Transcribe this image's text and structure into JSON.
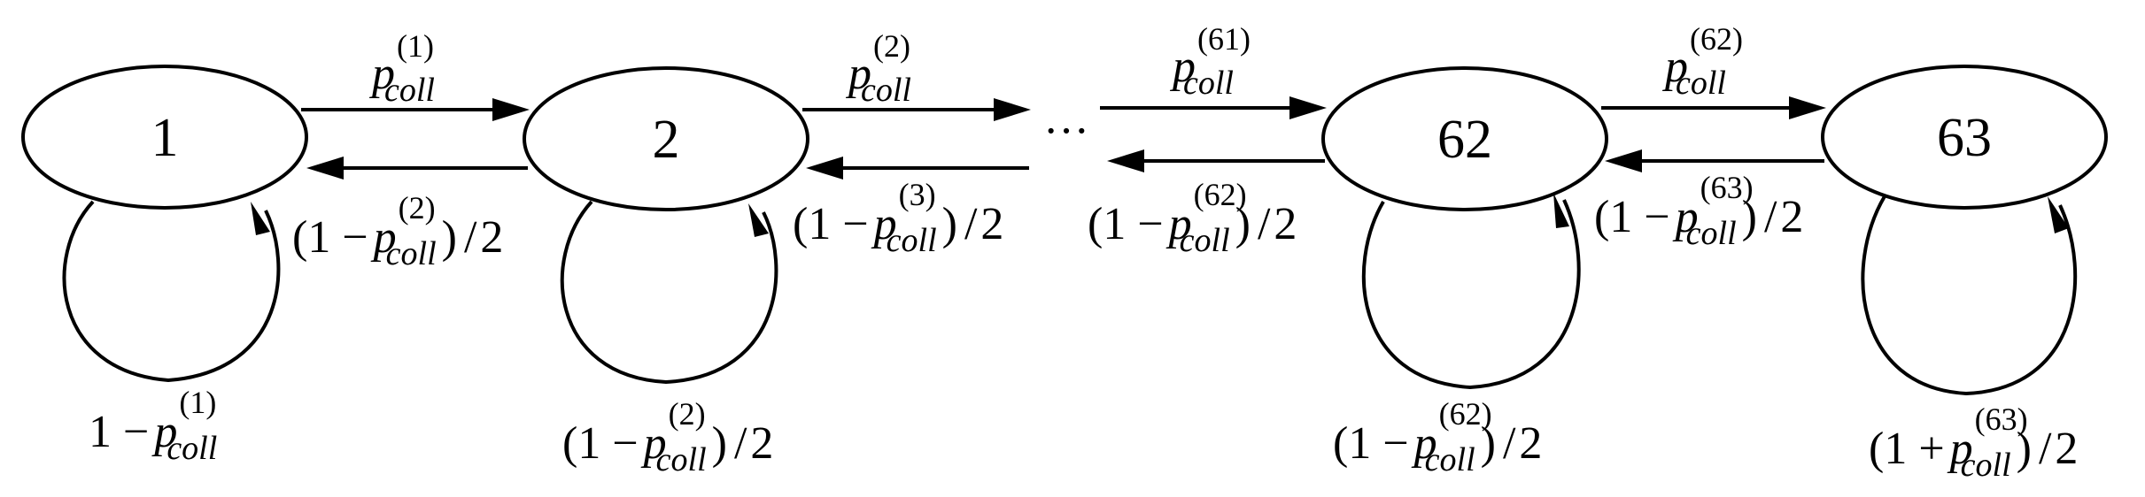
{
  "diagram": {
    "nodes": [
      {
        "id": "1",
        "label": "1"
      },
      {
        "id": "2",
        "label": "2"
      },
      {
        "id": "62",
        "label": "62"
      },
      {
        "id": "63",
        "label": "63"
      }
    ],
    "ellipsis": "···",
    "forward_edges": [
      {
        "from": "1",
        "to": "2",
        "p": "p",
        "sub": "coll",
        "sup": "(1)"
      },
      {
        "from": "2",
        "to": "...",
        "p": "p",
        "sub": "coll",
        "sup": "(2)"
      },
      {
        "from": "...",
        "to": "62",
        "p": "p",
        "sub": "coll",
        "sup": "(61)"
      },
      {
        "from": "62",
        "to": "63",
        "p": "p",
        "sub": "coll",
        "sup": "(62)"
      }
    ],
    "backward_edges": [
      {
        "from": "2",
        "to": "1",
        "pre": "(1 −",
        "p": "p",
        "sub": "coll",
        "sup": "(2)",
        "post": ")",
        "slash": "/",
        "den": "2"
      },
      {
        "from": "...",
        "to": "2",
        "pre": "(1 −",
        "p": "p",
        "sub": "coll",
        "sup": "(3)",
        "post": ")",
        "slash": "/",
        "den": "2"
      },
      {
        "from": "62",
        "to": "...",
        "pre": "(1 −",
        "p": "p",
        "sub": "coll",
        "sup": "(62)",
        "post": ")",
        "slash": "/",
        "den": "2"
      },
      {
        "from": "63",
        "to": "62",
        "pre": "(1 −",
        "p": "p",
        "sub": "coll",
        "sup": "(63)",
        "post": ")",
        "slash": "/",
        "den": "2"
      }
    ],
    "self_loops": [
      {
        "node": "1",
        "pre": "1 −",
        "p": "p",
        "sub": "coll",
        "sup": "(1)",
        "post": "",
        "slash": "",
        "den": ""
      },
      {
        "node": "2",
        "pre": "(1 −",
        "p": "p",
        "sub": "coll",
        "sup": "(2)",
        "post": ")",
        "slash": "/",
        "den": "2"
      },
      {
        "node": "62",
        "pre": "(1 −",
        "p": "p",
        "sub": "coll",
        "sup": "(62)",
        "post": ")",
        "slash": "/",
        "den": "2"
      },
      {
        "node": "63",
        "pre": "(1 +",
        "p": "p",
        "sub": "coll",
        "sup": "(63)",
        "post": ")",
        "slash": "/",
        "den": "2"
      }
    ]
  }
}
